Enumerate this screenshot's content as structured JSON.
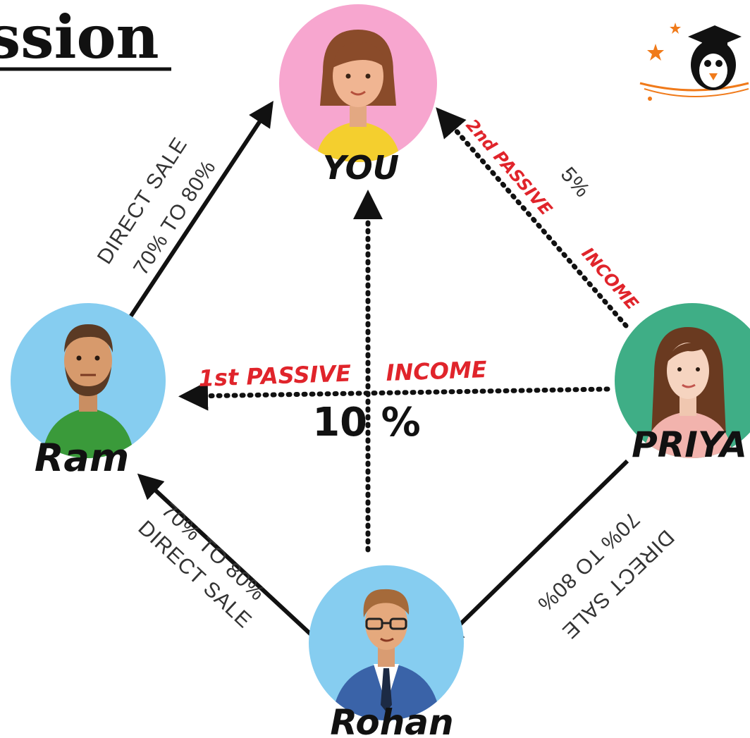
{
  "title": "ssion",
  "nodes": {
    "you": {
      "label": "YOU",
      "color": "#f7a6cf"
    },
    "ram": {
      "label": "Ram",
      "color": "#86cdf0"
    },
    "priya": {
      "label": "PRIYA",
      "color": "#3fae86"
    },
    "rohan": {
      "label": "Rohan",
      "color": "#86cdf0"
    }
  },
  "edges": {
    "ram_to_you": {
      "line1": "DIRECT  SALE",
      "line2": "70% TO 80%"
    },
    "rohan_to_ram": {
      "line1": "70% TO 80%",
      "line2": "DIRECT  SALE"
    },
    "priya_to_rohan": {
      "line1": "DIRECT  SALE",
      "line2": "70% TO 80%"
    },
    "priya_to_you": {
      "label_a": "2nd PASSIVE",
      "label_b": "INCOME",
      "percent": "5%"
    },
    "priya_to_ram": {
      "label_a": "1st PASSIVE",
      "label_b": "INCOME"
    },
    "center_percent": "10 %"
  },
  "colors": {
    "accent_red": "#e0242b",
    "arrow": "#111111",
    "logo_orange": "#f07a1a"
  },
  "logo": {
    "icon": "penguin-graduate-logo-icon"
  }
}
